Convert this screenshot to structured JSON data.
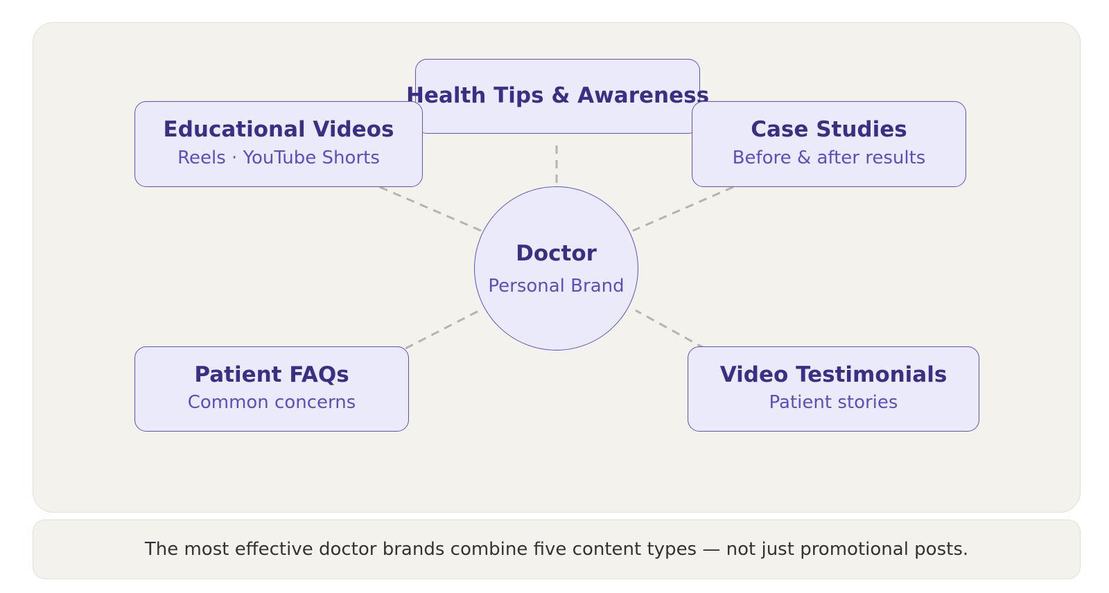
{
  "diagram": {
    "center": {
      "title": "Doctor",
      "subtitle": "Personal Brand"
    },
    "nodes": {
      "top": {
        "title": "Health Tips & Awareness"
      },
      "educational": {
        "title": "Educational Videos",
        "subtitle": "Reels · YouTube Shorts"
      },
      "case_studies": {
        "title": "Case Studies",
        "subtitle": "Before & after results"
      },
      "faqs": {
        "title": "Patient FAQs",
        "subtitle": "Common concerns"
      },
      "testimonials": {
        "title": "Video Testimonials",
        "subtitle": "Patient stories"
      }
    }
  },
  "caption": "The most effective doctor brands combine five content types — not just promotional posts.",
  "colors": {
    "panel_background": "#f3f2ec",
    "node_fill": "#ebeafa",
    "node_border": "#5b52c3",
    "title_text": "#3a2f85",
    "subtitle_text": "#5a4fc0",
    "connector": "#b5b4ae"
  }
}
